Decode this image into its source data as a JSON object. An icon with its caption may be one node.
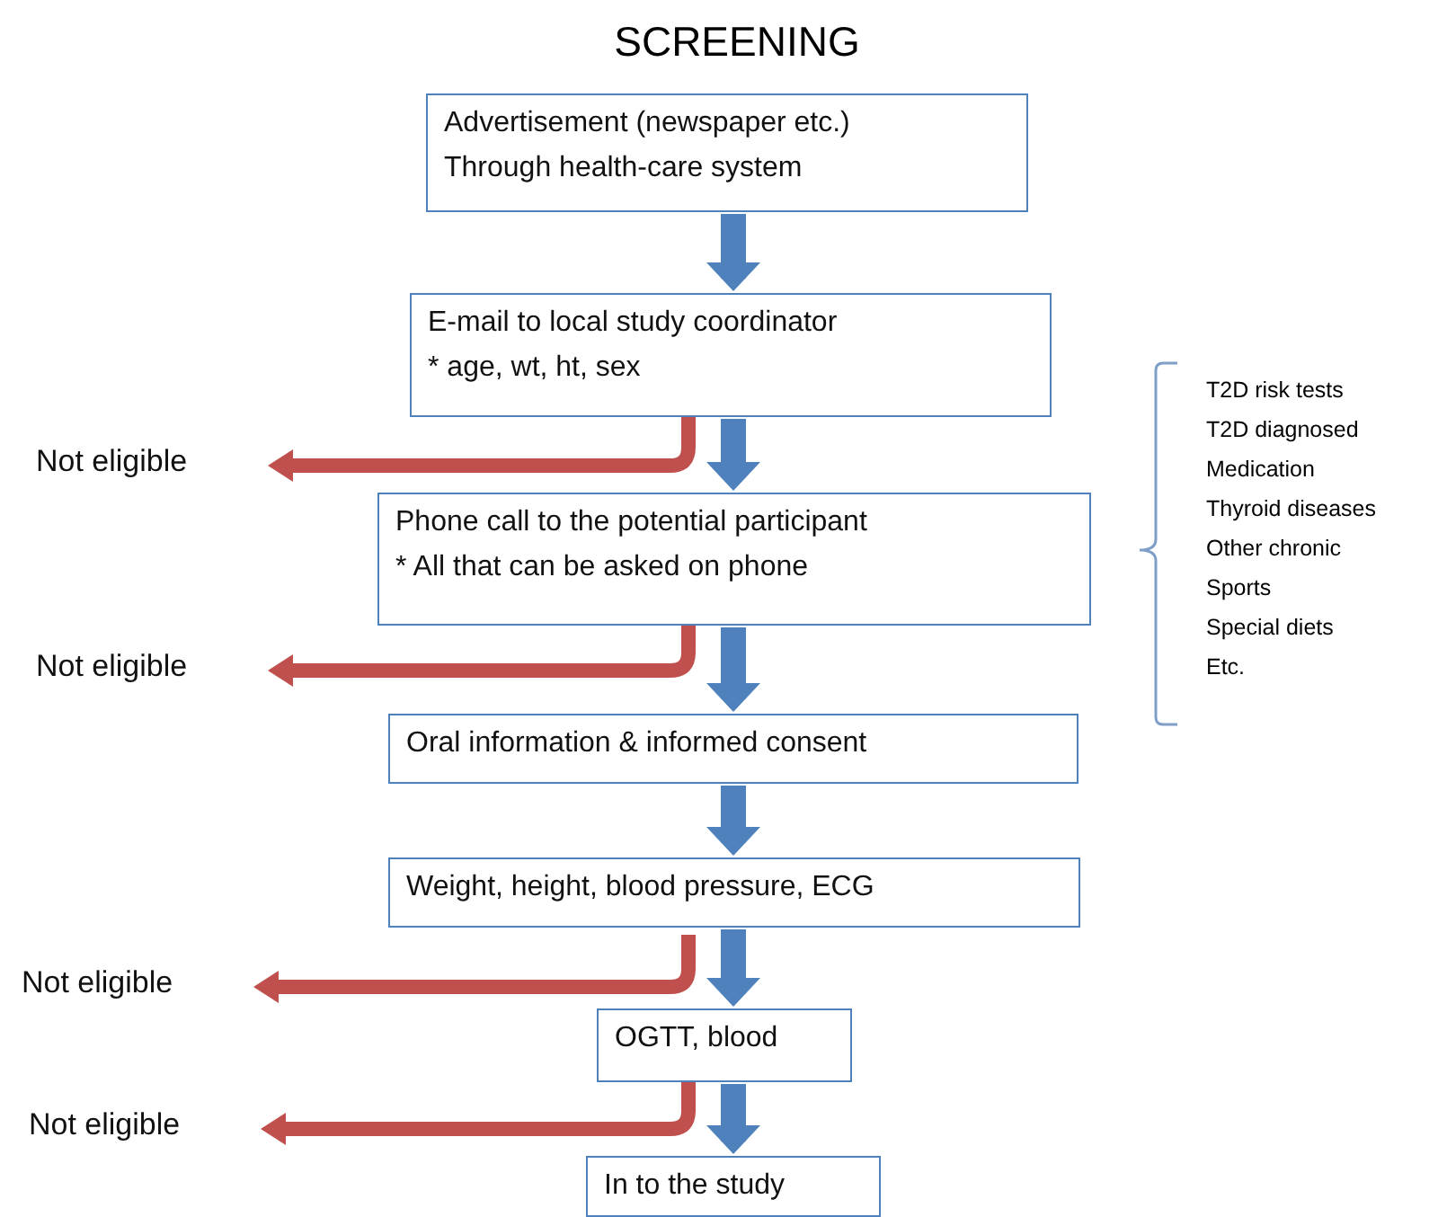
{
  "diagram": {
    "title": "SCREENING",
    "nodes": [
      {
        "text": [
          "Advertisement (newspaper etc.)",
          "Through health-care system"
        ]
      },
      {
        "text": [
          "E-mail to local study coordinator",
          "* age, wt, ht, sex"
        ]
      },
      {
        "text": [
          "Phone call to the potential participant",
          "* All that can be asked on phone"
        ]
      },
      {
        "text": [
          "Oral information & informed consent"
        ]
      },
      {
        "text": [
          "Weight, height, blood pressure, ECG"
        ]
      },
      {
        "text": [
          "OGTT, blood"
        ]
      },
      {
        "text": [
          "In to the study"
        ]
      },
      {
        "text": [
          "Not eligible"
        ]
      },
      {
        "text": [
          "Not eligible"
        ]
      },
      {
        "text": [
          "Not eligible"
        ]
      },
      {
        "text": [
          "Not eligible"
        ]
      }
    ],
    "edges": [
      {
        "from": 0,
        "to": 1,
        "arrow": "to"
      },
      {
        "from": 1,
        "to": 2,
        "arrow": "to"
      },
      {
        "from": 2,
        "to": 3,
        "arrow": "to"
      },
      {
        "from": 3,
        "to": 4,
        "arrow": "to"
      },
      {
        "from": 4,
        "to": 5,
        "arrow": "to"
      },
      {
        "from": 5,
        "to": 6,
        "arrow": "to"
      },
      {
        "from": 1,
        "to": 7,
        "arrow": "to",
        "color": "#c0504d"
      },
      {
        "from": 2,
        "to": 8,
        "arrow": "to",
        "color": "#c0504d"
      },
      {
        "from": 4,
        "to": 9,
        "arrow": "to",
        "color": "#c0504d"
      },
      {
        "from": 5,
        "to": 10,
        "arrow": "to",
        "color": "#c0504d"
      }
    ],
    "labels": [
      "T2D risk tests",
      "T2D diagnosed",
      "Medication",
      "Thyroid diseases",
      "Other chronic",
      "Sports",
      "Special diets",
      "Etc."
    ]
  }
}
